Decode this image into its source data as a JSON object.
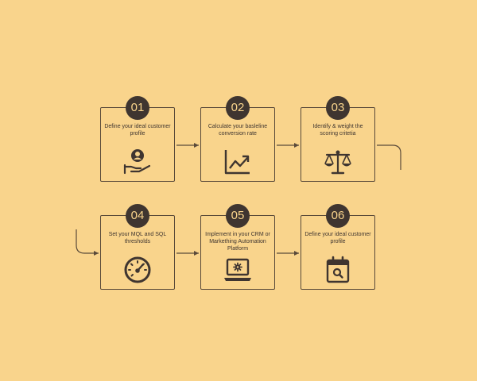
{
  "colors": {
    "background": "#F9D48C",
    "ink": "#3F3530",
    "line": "#5A4A3A"
  },
  "steps": [
    {
      "number": "01",
      "label": "Define your ideal customer profile",
      "icon": "person-in-hand-icon"
    },
    {
      "number": "02",
      "label": "Calculate your basleline conversion rate",
      "icon": "trend-chart-icon"
    },
    {
      "number": "03",
      "label": "Identify & weight the scoring critetia",
      "icon": "balance-scale-icon"
    },
    {
      "number": "04",
      "label": "Set your MQL and SQL thresholds",
      "icon": "gauge-icon"
    },
    {
      "number": "05",
      "label": "Implement in your CRM or Markething Automation Platform",
      "icon": "laptop-gear-icon"
    },
    {
      "number": "06",
      "label": "Define your ideal customer profile",
      "icon": "calendar-search-icon"
    }
  ]
}
